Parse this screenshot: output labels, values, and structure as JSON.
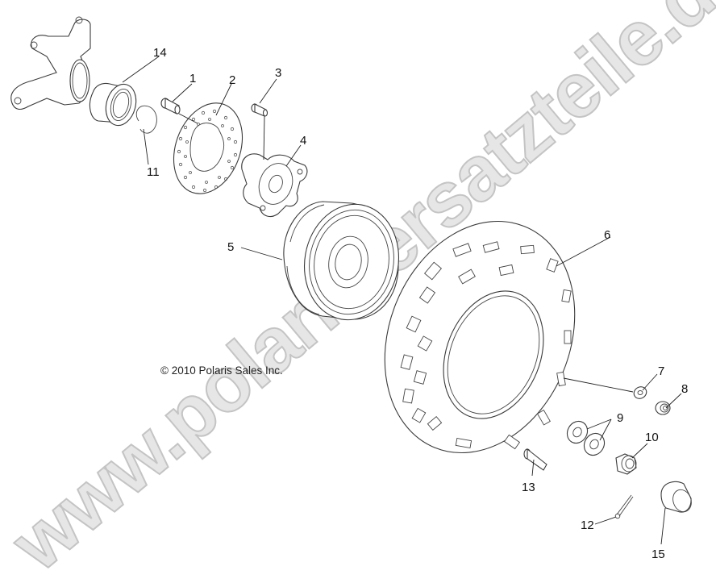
{
  "diagram": {
    "type": "exploded-parts-diagram",
    "subject": "Front wheel / hub / brake disc assembly",
    "copyright": "© 2010 Polaris Sales Inc.",
    "watermark": "www.polaris-ersatzteile.de",
    "callouts": [
      {
        "id": "1",
        "label": "1",
        "part": "pin / stud"
      },
      {
        "id": "2",
        "label": "2",
        "part": "brake disc"
      },
      {
        "id": "3",
        "label": "3",
        "part": "stud"
      },
      {
        "id": "4",
        "label": "4",
        "part": "wheel hub"
      },
      {
        "id": "5",
        "label": "5",
        "part": "rim"
      },
      {
        "id": "6",
        "label": "6",
        "part": "tire"
      },
      {
        "id": "7",
        "label": "7",
        "part": "washer"
      },
      {
        "id": "8",
        "label": "8",
        "part": "lug nut"
      },
      {
        "id": "9",
        "label": "9",
        "part": "washers (pair)"
      },
      {
        "id": "10",
        "label": "10",
        "part": "castle nut"
      },
      {
        "id": "11",
        "label": "11",
        "part": "retaining ring"
      },
      {
        "id": "12",
        "label": "12",
        "part": "cotter pin"
      },
      {
        "id": "13",
        "label": "13",
        "part": "valve stem"
      },
      {
        "id": "14",
        "label": "14",
        "part": "wheel bearing"
      },
      {
        "id": "15",
        "label": "15",
        "part": "hub cap"
      }
    ]
  }
}
